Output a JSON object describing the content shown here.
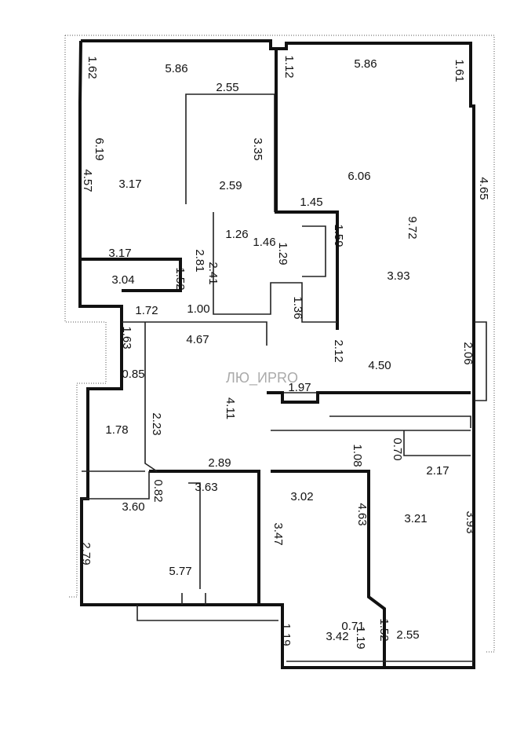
{
  "plan": {
    "watermark": "ЛЮ_ИPRO",
    "dimensions": [
      "5.86",
      "1.62",
      "2.55",
      "6.19",
      "4.57",
      "3.17",
      "3.35",
      "2.59",
      "1.12",
      "5.86",
      "1.61",
      "6.06",
      "4.65",
      "9.72",
      "1.45",
      "1.59",
      "1.26",
      "1.46",
      "1.29",
      "2.81",
      "2.41",
      "3.17",
      "3.04",
      "1.52",
      "3.93",
      "1.36",
      "1.72",
      "1.00",
      "4.67",
      "1.63",
      "2.12",
      "2.06",
      "0.85",
      "4.11",
      "1.97",
      "4.50",
      "1.78",
      "2.23",
      "1.08",
      "0.70",
      "2.17",
      "2.89",
      "3.63",
      "0.82",
      "3.02",
      "4.63",
      "3.21",
      "3.93",
      "3.60",
      "2.79",
      "5.77",
      "3.47",
      "1.19",
      "3.42",
      "0.71",
      "1.19",
      "1.52",
      "2.55"
    ]
  }
}
